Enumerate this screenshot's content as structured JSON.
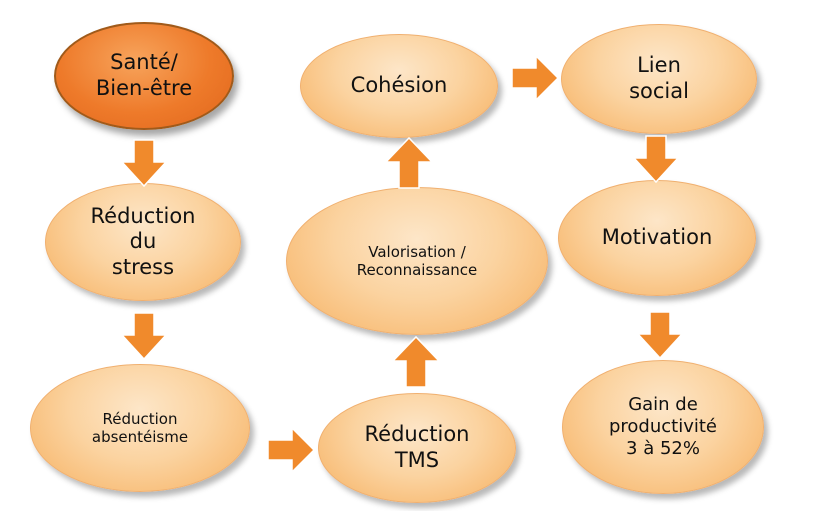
{
  "nodes": {
    "sante": "Santé/\nBien-être",
    "stress": "Réduction\ndu\nstress",
    "absenteisme": "Réduction\nabsentéisme",
    "tms": "Réduction\nTMS",
    "valorisation": "Valorisation /\nReconnaissance",
    "cohesion": "Cohésion",
    "lien": "Lien\nsocial",
    "motivation": "Motivation",
    "gain": "Gain de\nproductivité\n3 à 52%"
  },
  "colors": {
    "node_fill": "#fbd3a0",
    "primary_fill": "#ee7a2a",
    "arrow": "#f08a2c"
  }
}
